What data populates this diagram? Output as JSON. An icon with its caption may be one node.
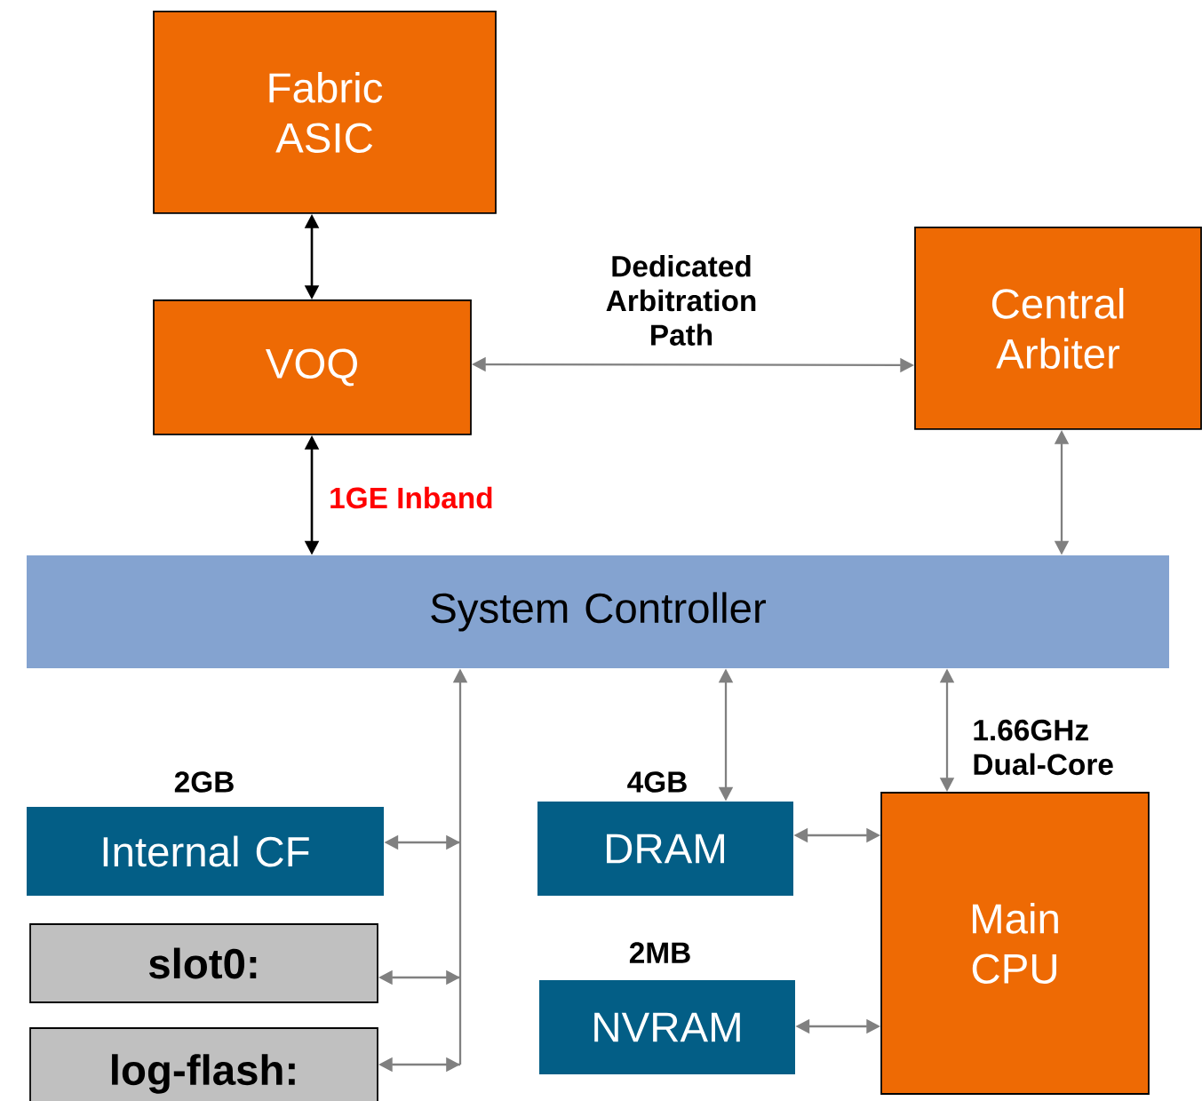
{
  "diagram": {
    "nodes": [
      {
        "text": [
          "Fabric ASIC"
        ]
      },
      {
        "text": [
          "VOQ"
        ]
      },
      {
        "text": [
          "Central Arbiter"
        ]
      },
      {
        "text": [
          "System Controller"
        ]
      },
      {
        "text": [
          "Internal CF"
        ],
        "beside": [
          "2GB"
        ]
      },
      {
        "text": [
          "slot0:"
        ]
      },
      {
        "text": [
          "log-flash:"
        ]
      },
      {
        "text": [
          "DRAM"
        ],
        "beside": [
          "4GB"
        ]
      },
      {
        "text": [
          "NVRAM"
        ],
        "beside": [
          "2MB"
        ]
      },
      {
        "text": [
          "Main CPU"
        ],
        "beside": [
          "1.66GHz Dual-Core"
        ]
      }
    ],
    "edges": [
      {
        "from": 0,
        "to": 1,
        "arrow": "both",
        "color": "#000000"
      },
      {
        "from": 1,
        "to": 2,
        "arrow": "both",
        "label": "Dedicated Arbitration Path"
      },
      {
        "from": 1,
        "to": 3,
        "arrow": "both",
        "color": "#000000",
        "label": "1GE Inband"
      },
      {
        "from": 2,
        "to": 3,
        "arrow": "both"
      },
      {
        "from": 4,
        "to": 3,
        "arrow": "both"
      },
      {
        "from": 5,
        "to": 3,
        "arrow": "both"
      },
      {
        "from": 6,
        "to": 3,
        "arrow": "both"
      },
      {
        "from": 7,
        "to": 3,
        "arrow": "both"
      },
      {
        "from": 9,
        "to": 3,
        "arrow": "both"
      },
      {
        "from": 7,
        "to": 9,
        "arrow": "both"
      },
      {
        "from": 8,
        "to": 9,
        "arrow": "both"
      }
    ]
  }
}
